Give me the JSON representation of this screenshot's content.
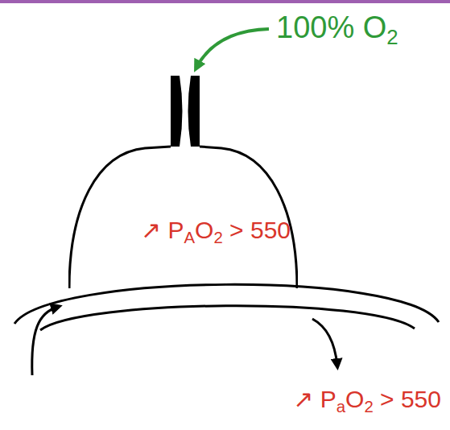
{
  "diagram": {
    "nodes": [
      {
        "text": [
          "↗ PAO2 > 550"
        ]
      }
    ],
    "labels": [
      "100% O2",
      "↗ PaO2 > 550"
    ]
  }
}
